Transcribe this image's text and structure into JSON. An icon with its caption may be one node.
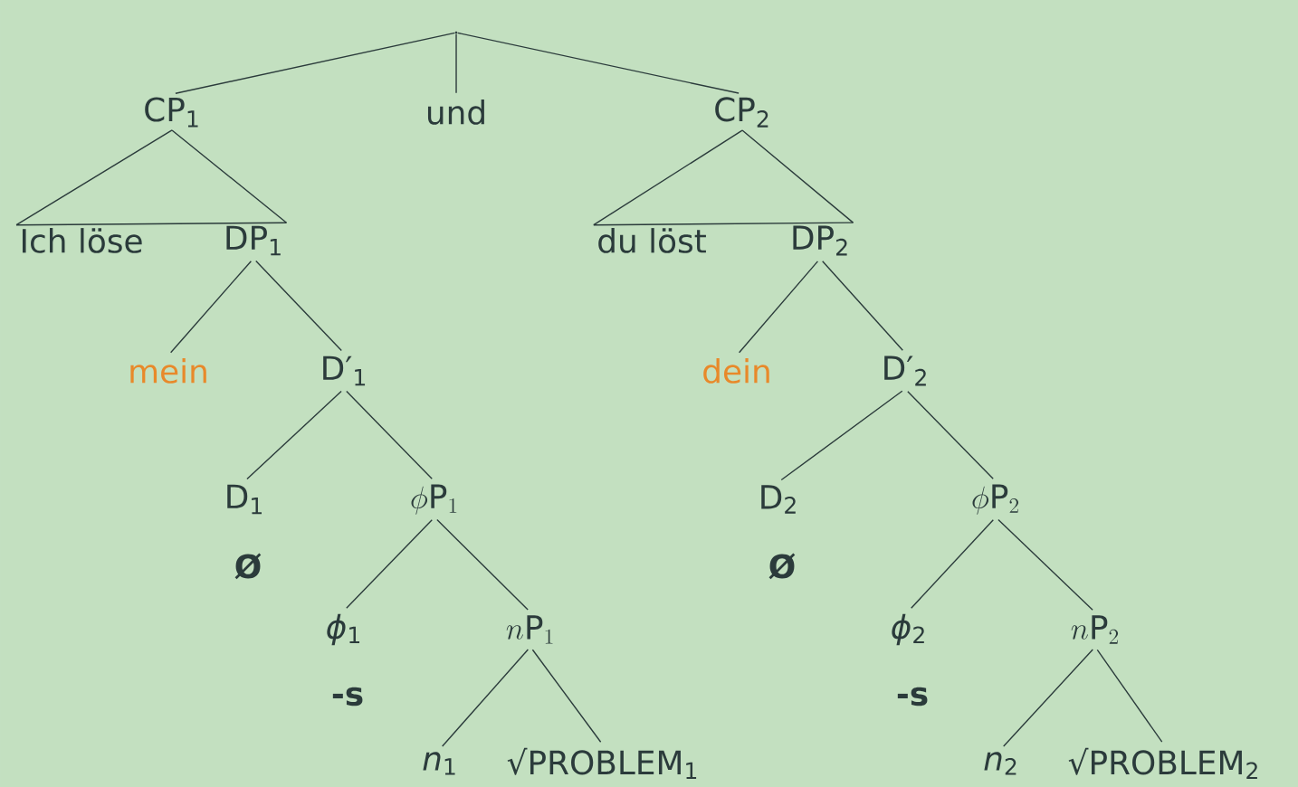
{
  "diagram": {
    "nodes": [
      {
        "text": [],
        "shape": "point"
      },
      {
        "text": [
          "CP$_{1}$"
        ]
      },
      {
        "text": [
          "und"
        ]
      },
      {
        "text": [
          "CP$_{2}$"
        ]
      },
      {
        "text": [
          "Ich löse"
        ]
      },
      {
        "text": [
          "DP$_{1}$"
        ]
      },
      {
        "text": [
          "du löst"
        ]
      },
      {
        "text": [
          "DP$_{2}$"
        ]
      },
      {
        "text": [
          "mein"
        ]
      },
      {
        "text": [
          "D′$_{1}$"
        ]
      },
      {
        "text": [
          "dein"
        ]
      },
      {
        "text": [
          "D′$_{2}$"
        ]
      },
      {
        "text": [
          "D$_{1}$"
        ],
        "beside": [
          "Ø"
        ]
      },
      {
        "text": [
          "\\phi\\mathrm{P}_{1}"
        ]
      },
      {
        "text": [
          "D$_{2}$"
        ],
        "beside": [
          "Ø"
        ]
      },
      {
        "text": [
          "\\phi\\mathrm{P}_{2}"
        ]
      },
      {
        "text": [
          "*ϕ*$_{1}$"
        ],
        "beside": [
          "-s"
        ]
      },
      {
        "text": [
          "n\\mathrm{P}_{1}"
        ]
      },
      {
        "text": [
          "*ϕ*$_{2}$"
        ],
        "beside": [
          "-s"
        ]
      },
      {
        "text": [
          "n\\mathrm{P}_{2}"
        ]
      },
      {
        "text": [
          "*n*$_{1}$"
        ]
      },
      {
        "text": [
          "√PROBLEM$_{1}$"
        ]
      },
      {
        "text": [
          "*n*$_{2}$"
        ]
      },
      {
        "text": [
          "√PROBLEM$_{2}$"
        ]
      }
    ],
    "edges": [
      {
        "from": 0,
        "to": 1,
        "arrow": "none"
      },
      {
        "from": 0,
        "to": 2,
        "arrow": "none"
      },
      {
        "from": 0,
        "to": 3,
        "arrow": "none"
      },
      {
        "from": 1,
        "to": 4,
        "arrow": "none"
      },
      {
        "from": 1,
        "to": 5,
        "arrow": "none"
      },
      {
        "from": 3,
        "to": 6,
        "arrow": "none"
      },
      {
        "from": 3,
        "to": 7,
        "arrow": "none"
      },
      {
        "from": 5,
        "to": 8,
        "arrow": "none"
      },
      {
        "from": 5,
        "to": 9,
        "arrow": "none"
      },
      {
        "from": 7,
        "to": 10,
        "arrow": "none"
      },
      {
        "from": 7,
        "to": 11,
        "arrow": "none"
      },
      {
        "from": 9,
        "to": 12,
        "arrow": "none"
      },
      {
        "from": 9,
        "to": 13,
        "arrow": "none"
      },
      {
        "from": 11,
        "to": 14,
        "arrow": "none"
      },
      {
        "from": 11,
        "to": 15,
        "arrow": "none"
      },
      {
        "from": 13,
        "to": 16,
        "arrow": "none"
      },
      {
        "from": 13,
        "to": 17,
        "arrow": "none"
      },
      {
        "from": 15,
        "to": 18,
        "arrow": "none"
      },
      {
        "from": 15,
        "to": 19,
        "arrow": "none"
      },
      {
        "from": 17,
        "to": 20,
        "arrow": "none"
      },
      {
        "from": 17,
        "to": 21,
        "arrow": "none"
      },
      {
        "from": 19,
        "to": 22,
        "arrow": "none"
      },
      {
        "from": 19,
        "to": 23,
        "arrow": "none"
      }
    ]
  }
}
